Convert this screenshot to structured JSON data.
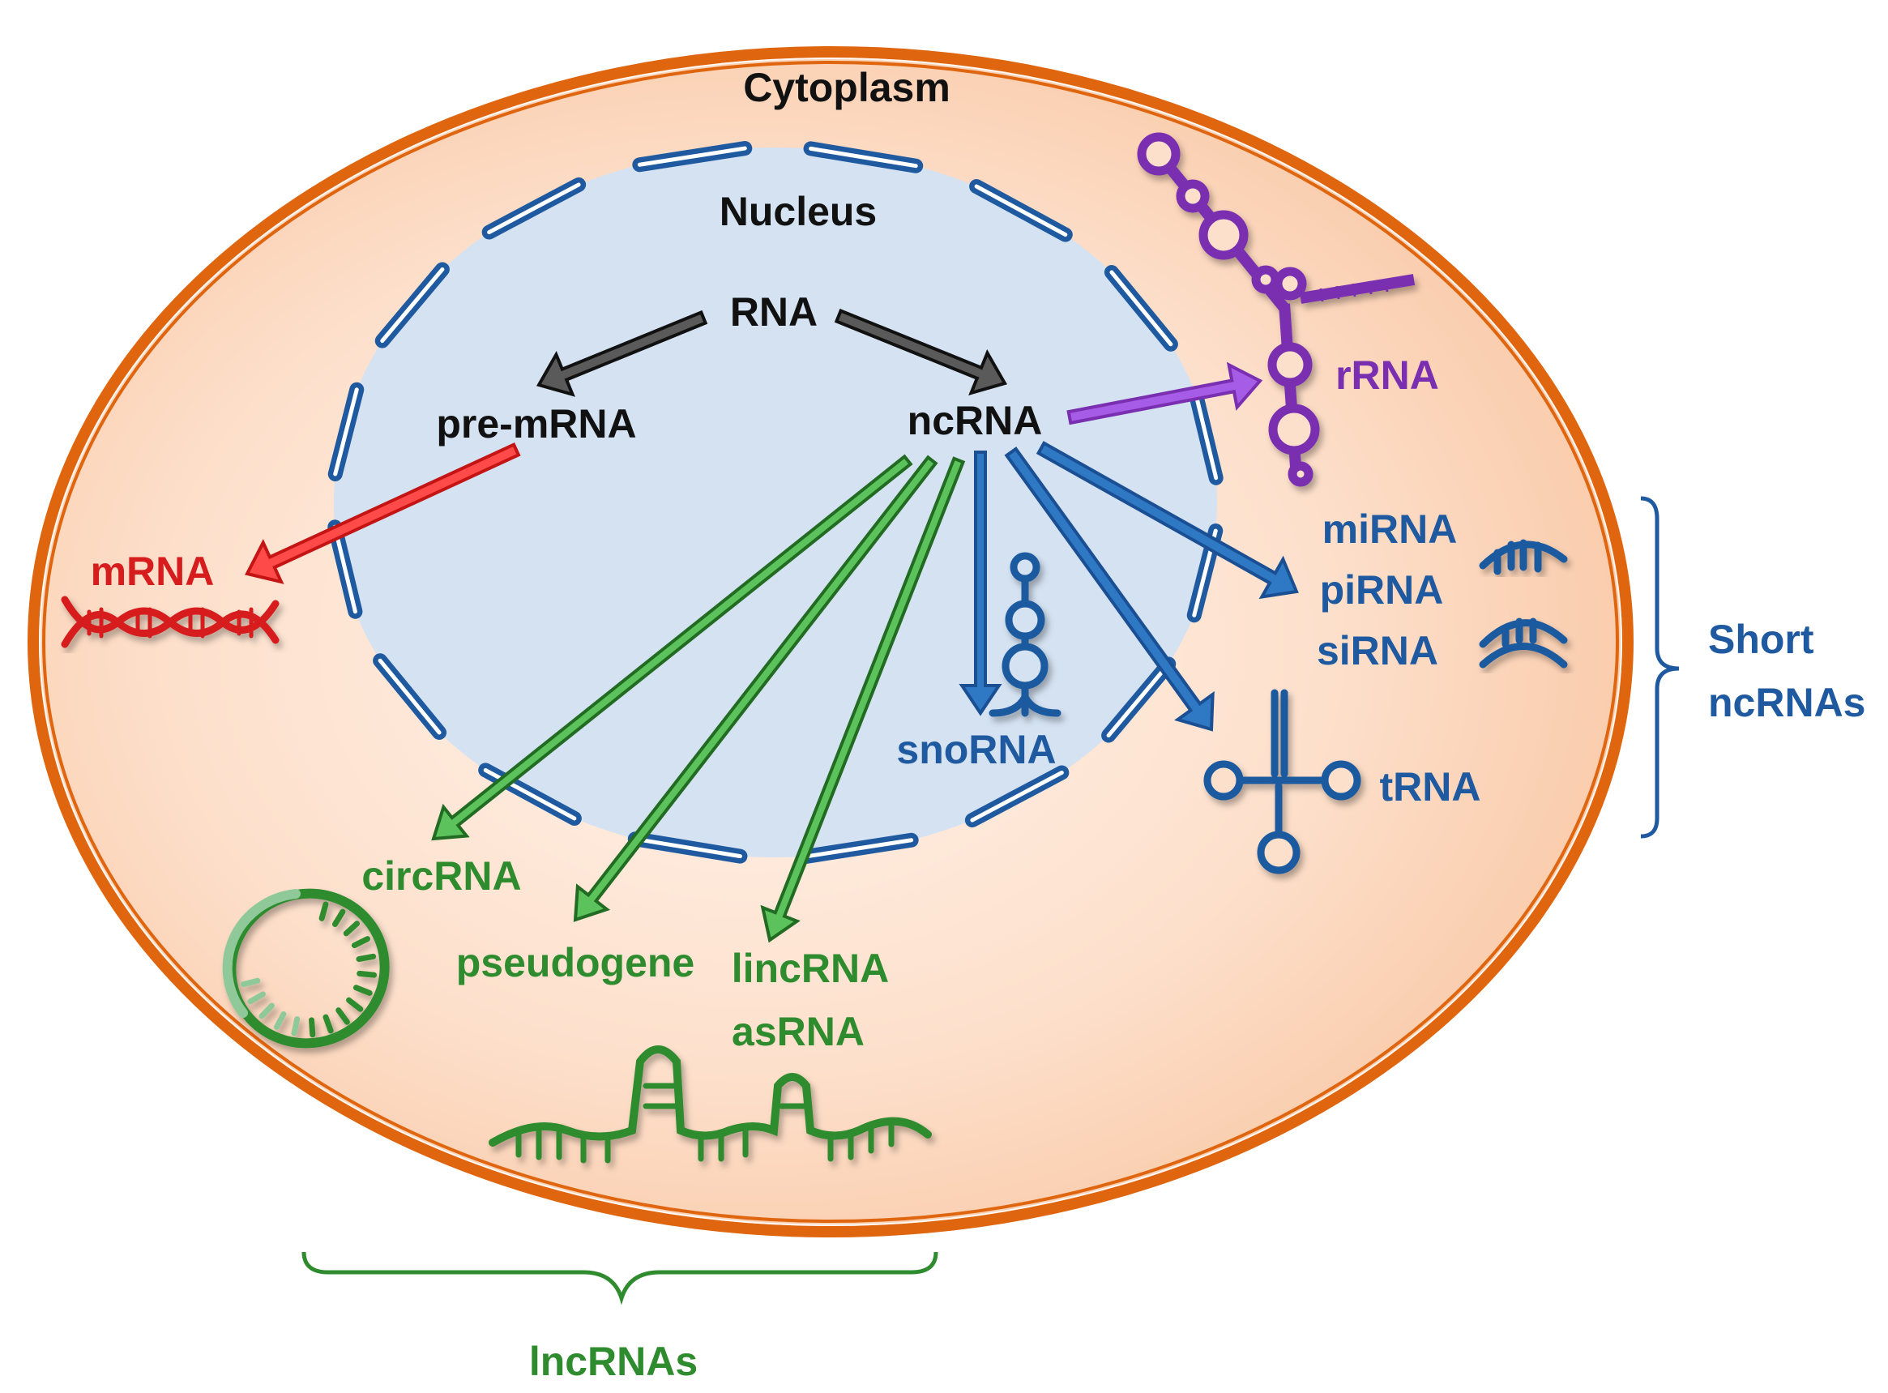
{
  "diagram": {
    "title_regions": {
      "cytoplasm": "Cytoplasm",
      "nucleus": "Nucleus"
    },
    "nodes": {
      "rna": "RNA",
      "pre_mrna": "pre-mRNA",
      "ncrna": "ncRNA",
      "mrna": "mRNA",
      "rrna": "rRNA",
      "mirna": "miRNA",
      "pirna": "piRNA",
      "sirna": "siRNA",
      "snorna": "snoRNA",
      "trna": "tRNA",
      "circrna": "circRNA",
      "pseudogene": "pseudogene",
      "lincrna": "lincRNA",
      "asrna": "asRNA"
    },
    "groups": {
      "short_line1": "Short",
      "short_line2": "ncRNAs",
      "long": "lncRNAs"
    },
    "edges": [
      {
        "from": "RNA",
        "to": "pre-mRNA",
        "color": "black"
      },
      {
        "from": "RNA",
        "to": "ncRNA",
        "color": "black"
      },
      {
        "from": "pre-mRNA",
        "to": "mRNA",
        "color": "red"
      },
      {
        "from": "ncRNA",
        "to": "rRNA",
        "color": "purple"
      },
      {
        "from": "ncRNA",
        "to": "miRNA/piRNA/siRNA",
        "color": "blue"
      },
      {
        "from": "ncRNA",
        "to": "snoRNA",
        "color": "blue"
      },
      {
        "from": "ncRNA",
        "to": "tRNA",
        "color": "blue"
      },
      {
        "from": "ncRNA",
        "to": "circRNA",
        "color": "green"
      },
      {
        "from": "ncRNA",
        "to": "pseudogene",
        "color": "green"
      },
      {
        "from": "ncRNA",
        "to": "lincRNA/asRNA",
        "color": "green"
      }
    ],
    "icons": {
      "mrna": "dna-double-helix-icon",
      "rrna": "rrna-structure-icon",
      "mirna": "small-rna-hairpin-icon",
      "sirna": "small-rna-duplex-icon",
      "snorna": "snorna-stem-loop-icon",
      "trna": "trna-cloverleaf-icon",
      "circrna": "circular-rna-icon",
      "lncrna": "long-rna-hairpins-icon"
    },
    "colors": {
      "membrane": "#e0650f",
      "cytoplasm_fill": "#fdd9c2",
      "nucleus_fill": "#d4e2f2",
      "nuclear_envelope": "#1f5aa0",
      "black": "#111111",
      "red": "#d61c1c",
      "purple": "#7a2fb0",
      "blue": "#1f5aa0",
      "green": "#2e8b2e"
    }
  }
}
